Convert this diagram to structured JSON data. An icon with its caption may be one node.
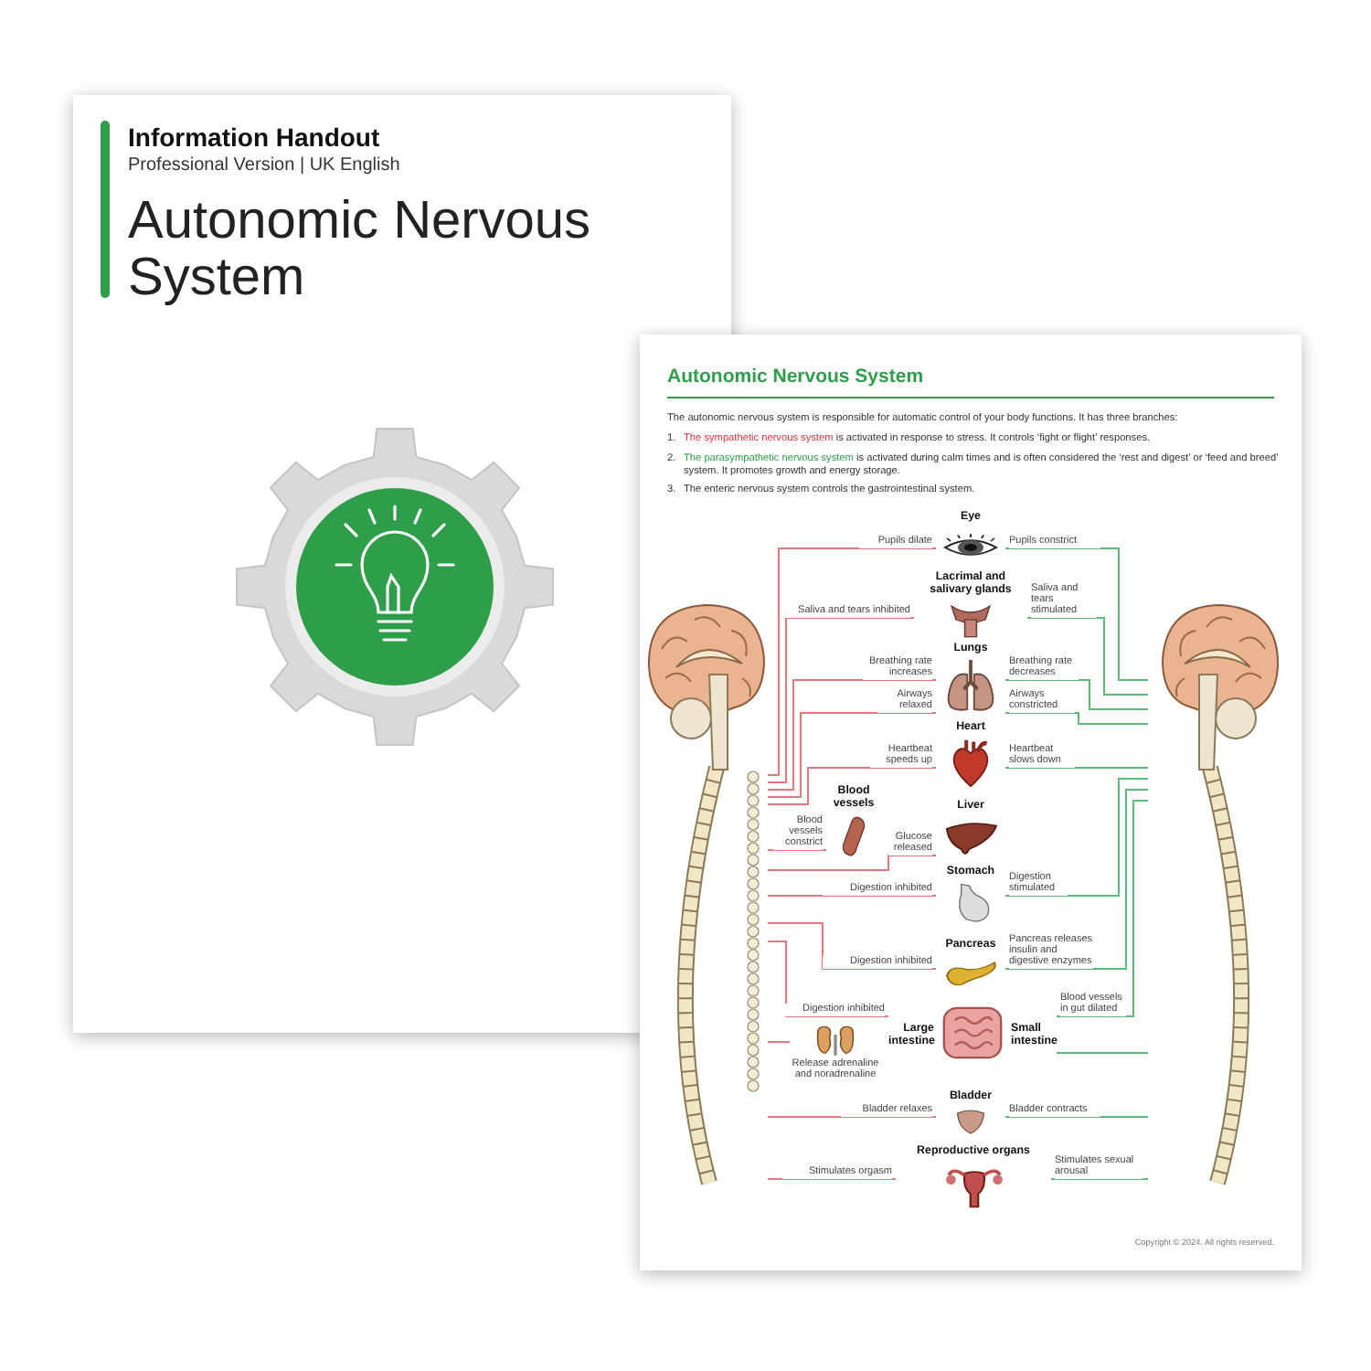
{
  "diagram": {
    "title": "Autonomic Nervous System",
    "nodes": [
      {
        "text": [],
        "shape": "picture"
      },
      {
        "text": [],
        "shape": "picture"
      },
      {
        "text": [
          "Eye"
        ]
      },
      {
        "text": [
          "Lacrimal and salivary glands"
        ]
      },
      {
        "text": [
          "Lungs"
        ]
      },
      {
        "text": [
          "Heart"
        ]
      },
      {
        "text": [
          "Blood vessels"
        ]
      },
      {
        "text": [
          "Liver"
        ]
      },
      {
        "text": [
          "Stomach"
        ]
      },
      {
        "text": [
          "Pancreas"
        ]
      },
      {
        "text": [
          "Large intestine",
          "Small intestine"
        ]
      },
      {
        "text": [
          "Release adrenaline and noradrenaline"
        ]
      },
      {
        "text": [
          "Bladder"
        ]
      },
      {
        "text": [
          "Reproductive organs"
        ]
      }
    ],
    "edges": [
      {
        "from": 0,
        "to": 2,
        "arrow": "none",
        "label": "Pupils dilate",
        "color": "#e8777b"
      },
      {
        "from": 0,
        "to": 3,
        "arrow": "none",
        "label": "Saliva and tears inhibited",
        "color": "#e8777b"
      },
      {
        "from": 0,
        "to": 4,
        "arrow": "none",
        "label": "Breathing rate increases",
        "color": "#e8777b"
      },
      {
        "from": 0,
        "to": 4,
        "arrow": "none",
        "label": "Airways relaxed",
        "color": "#e8777b"
      },
      {
        "from": 0,
        "to": 5,
        "arrow": "none",
        "label": "Heartbeat speeds up",
        "color": "#e8777b"
      },
      {
        "from": 0,
        "to": 6,
        "arrow": "none",
        "label": "Blood vessels constrict",
        "color": "#e8777b"
      },
      {
        "from": 0,
        "to": 7,
        "arrow": "none",
        "label": "Glucose released",
        "color": "#e8777b"
      },
      {
        "from": 0,
        "to": 8,
        "arrow": "none",
        "label": "Digestion inhibited",
        "color": "#e8777b"
      },
      {
        "from": 0,
        "to": 9,
        "arrow": "none",
        "label": "Digestion inhibited",
        "color": "#e8777b"
      },
      {
        "from": 0,
        "to": 10,
        "arrow": "none",
        "label": "Digestion inhibited",
        "color": "#e8777b"
      },
      {
        "from": 0,
        "to": 11,
        "arrow": "none",
        "color": "#e8777b"
      },
      {
        "from": 0,
        "to": 12,
        "arrow": "none",
        "label": "Bladder relaxes",
        "color": "#e8777b"
      },
      {
        "from": 0,
        "to": 13,
        "arrow": "none",
        "label": "Stimulates orgasm",
        "color": "#e8777b"
      },
      {
        "from": 1,
        "to": 2,
        "arrow": "none",
        "label": "Pupils constrict",
        "color": "#5dbb78"
      },
      {
        "from": 1,
        "to": 3,
        "arrow": "none",
        "label": "Saliva and tears stimulated",
        "color": "#5dbb78"
      },
      {
        "from": 1,
        "to": 4,
        "arrow": "none",
        "label": "Breathing rate decreases",
        "color": "#5dbb78"
      },
      {
        "from": 1,
        "to": 4,
        "arrow": "none",
        "label": "Airways constricted",
        "color": "#5dbb78"
      },
      {
        "from": 1,
        "to": 5,
        "arrow": "none",
        "label": "Heartbeat slows down",
        "color": "#5dbb78"
      },
      {
        "from": 1,
        "to": 8,
        "arrow": "none",
        "label": "Digestion stimulated",
        "color": "#5dbb78"
      },
      {
        "from": 1,
        "to": 9,
        "arrow": "none",
        "label": "Pancreas releases insulin and digestive enzymes",
        "color": "#5dbb78"
      },
      {
        "from": 1,
        "to": 10,
        "arrow": "none",
        "label": "Blood vessels in gut dilated",
        "color": "#5dbb78"
      },
      {
        "from": 1,
        "to": 10,
        "arrow": "none",
        "color": "#5dbb78"
      },
      {
        "from": 1,
        "to": 12,
        "arrow": "none",
        "label": "Bladder contracts",
        "color": "#5dbb78"
      },
      {
        "from": 1,
        "to": 13,
        "arrow": "none",
        "label": "Stimulates sexual arousal",
        "color": "#5dbb78"
      }
    ],
    "labels": [
      "Information Handout",
      "Professional Version | UK English",
      "Autonomic Nervous System",
      "The autonomic nervous system is responsible for automatic control of your body functions. It has three branches:",
      "1.",
      "The sympathetic nervous system",
      "is activated in response to stress. It controls ‘fight or flight’ responses.",
      "2.",
      "The parasympathetic nervous system",
      "is activated during calm times and is often considered the ‘rest and digest’ or ‘feed and breed’ system. It promotes growth and energy storage.",
      "3.",
      "The enteric nervous system controls the gastrointestinal system.",
      "Copyright © 2024. All rights reserved."
    ]
  }
}
